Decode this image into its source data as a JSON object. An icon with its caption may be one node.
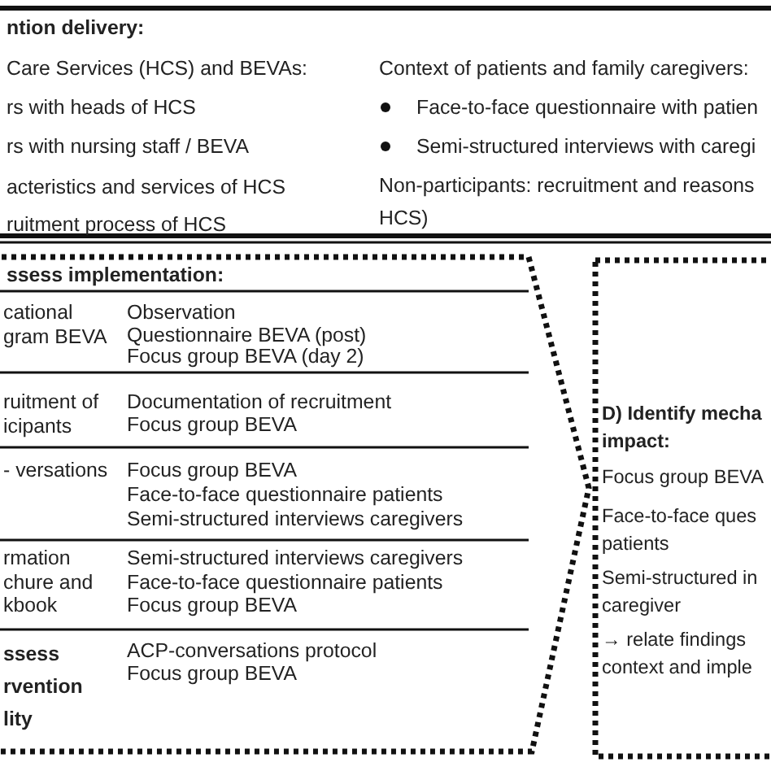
{
  "diagram": {
    "nodes": [
      {
        "text": [
          "ntion delivery:",
          "Care Services (HCS) and BEVAs:",
          "rs with heads of HCS",
          "rs with nursing staff / BEVA",
          "acteristics and services of HCS",
          "ruitment process of HCS",
          "Context of patients and family caregivers:",
          "Face-to-face questionnaire with patien",
          "Semi-structured interviews with caregi",
          "Non-participants: recruitment and reasons HCS)"
        ]
      },
      {
        "text": [
          "ssess implementation:"
        ]
      },
      {
        "text": [
          "D) Identify mecha impact:",
          "Focus group BEVA",
          "Face-to-face ques patients",
          "Semi-structured in caregiver",
          "→ relate findings context and imple"
        ]
      }
    ],
    "labels": [
      "cational gram BEVA",
      "Observation",
      "Questionnaire BEVA (post)",
      "Focus group BEVA (day 2)",
      "ruitment of icipants",
      "Documentation of recruitment",
      "Focus group BEVA",
      "- versations",
      "Focus group BEVA",
      "Face-to-face questionnaire patients",
      "Semi-structured interviews caregivers",
      "rmation chure and kbook",
      "Semi-structured interviews caregivers",
      "Face-to-face questionnaire patients",
      "Focus group BEVA",
      "ssess rvention lity",
      "ACP-conversations protocol",
      "Focus group BEVA"
    ]
  }
}
